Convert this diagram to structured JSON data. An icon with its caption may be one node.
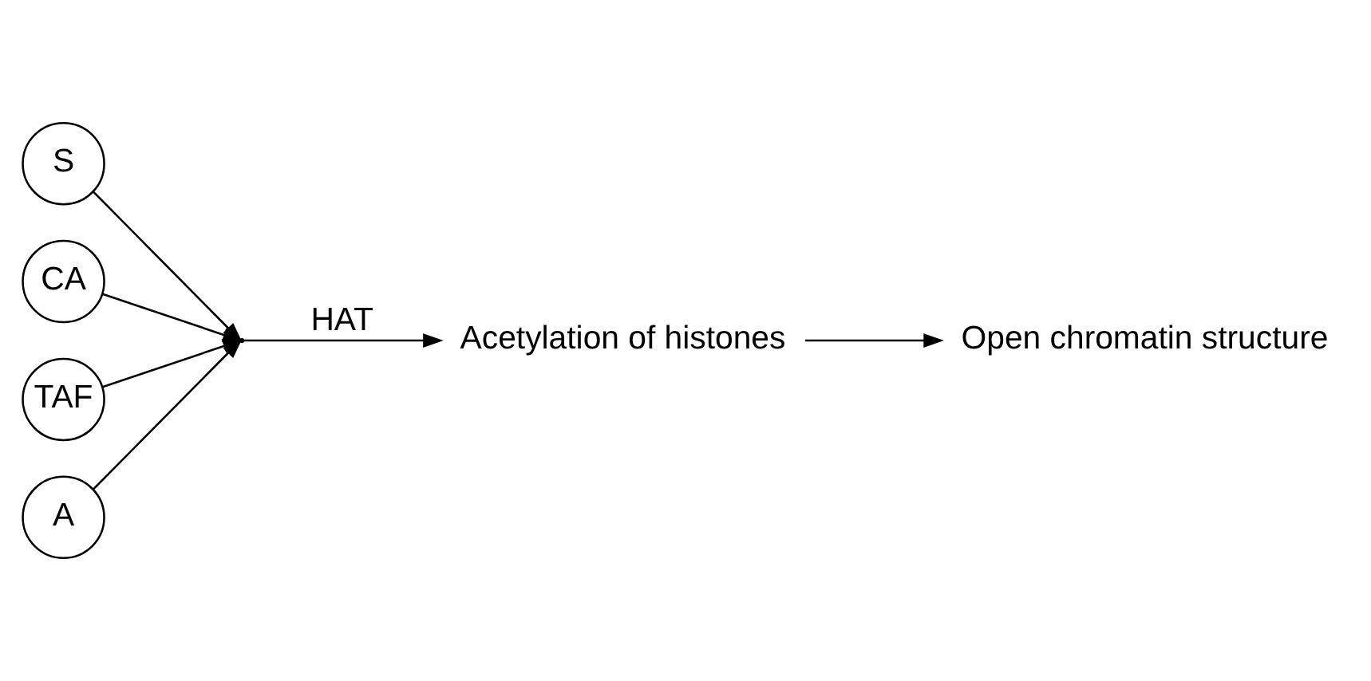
{
  "diagram": {
    "nodes": [
      {
        "text": [
          "S"
        ]
      },
      {
        "text": [
          "CA"
        ]
      },
      {
        "text": [
          "TAF"
        ]
      },
      {
        "text": [
          "A"
        ]
      },
      {
        "text": [],
        "shape": "point"
      },
      {
        "text": [
          "Acetylation of histones"
        ]
      },
      {
        "text": [
          "Open chromatin structure"
        ]
      }
    ],
    "edges": [
      {
        "from": 0,
        "to": 4,
        "arrow": "to"
      },
      {
        "from": 1,
        "to": 4,
        "arrow": "to"
      },
      {
        "from": 2,
        "to": 4,
        "arrow": "to"
      },
      {
        "from": 3,
        "to": 4,
        "arrow": "to"
      },
      {
        "from": 4,
        "to": 5,
        "label": "HAT",
        "arrow": "to"
      },
      {
        "from": 5,
        "to": 6,
        "arrow": "to"
      }
    ]
  }
}
